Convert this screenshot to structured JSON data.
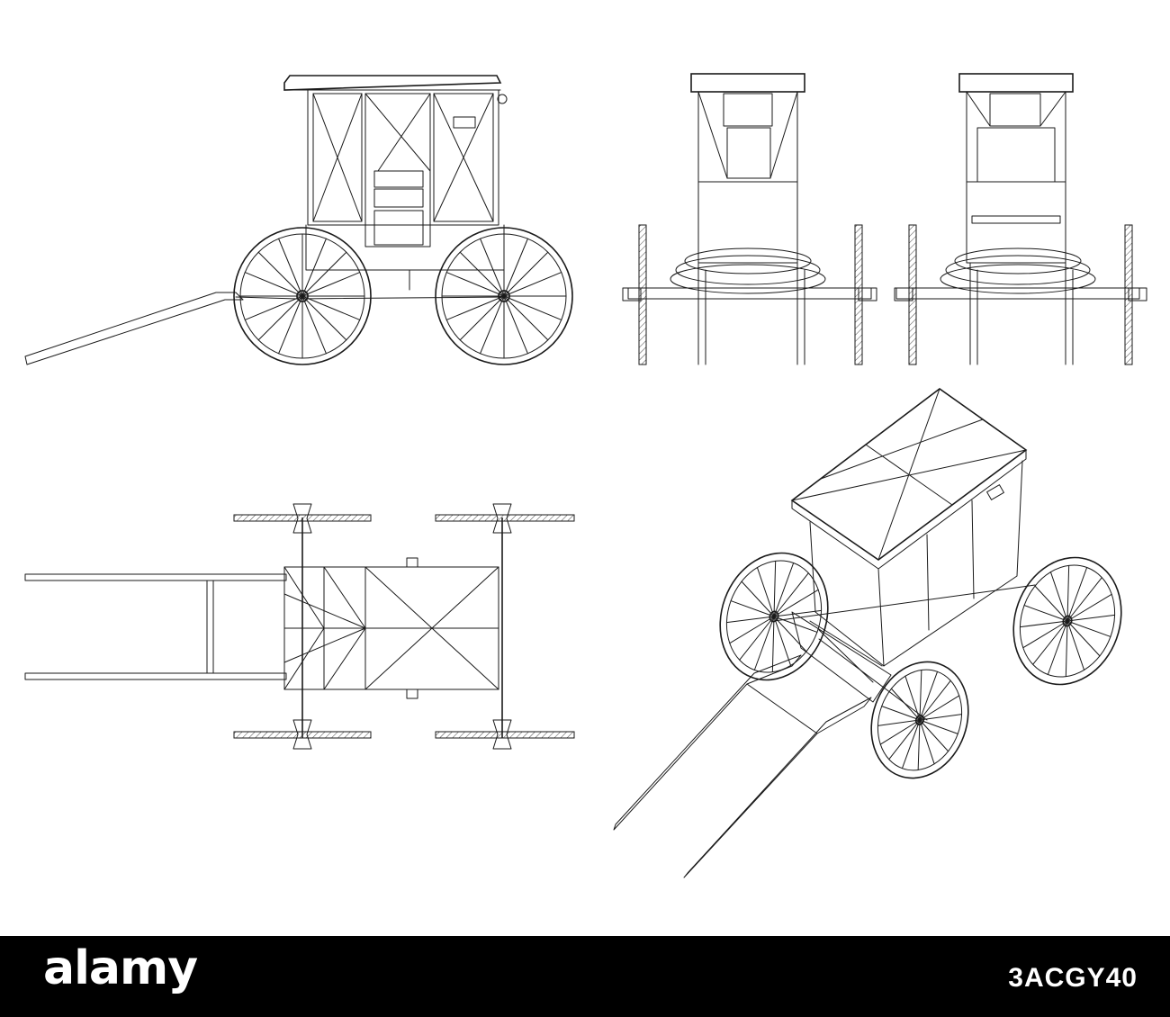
{
  "footer": {
    "logo": "alamy",
    "image_id": "3ACGY40"
  },
  "colors": {
    "background": "#ffffff",
    "line": "#1a1a1a",
    "footer_background": "#000000",
    "footer_text": "#ffffff"
  },
  "views": [
    "side-view",
    "front-view",
    "rear-view",
    "top-view",
    "isometric-view"
  ]
}
